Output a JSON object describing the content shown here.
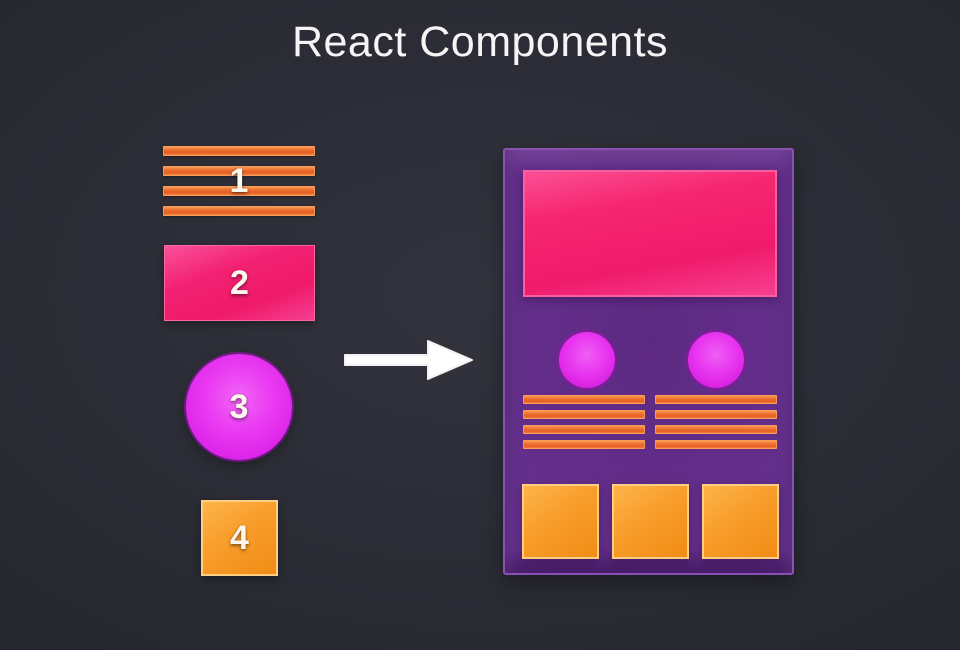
{
  "title": "React Components",
  "legend": {
    "items": [
      {
        "label": "1",
        "shape": "lines",
        "line_count": 4
      },
      {
        "label": "2",
        "shape": "rectangle"
      },
      {
        "label": "3",
        "shape": "circle"
      },
      {
        "label": "4",
        "shape": "square"
      }
    ]
  },
  "arrow": {
    "direction": "right"
  },
  "composition": {
    "header": "rectangle",
    "circle_count": 2,
    "line_group_count": 2,
    "lines_per_group": 4,
    "square_count": 3
  },
  "colors": {
    "background": "#2b2b36",
    "orange": "#ee6c2e",
    "pink": "#f3216f",
    "magenta": "#e22ef0",
    "purple": "#6a339a",
    "text": "#f5f5f5"
  }
}
